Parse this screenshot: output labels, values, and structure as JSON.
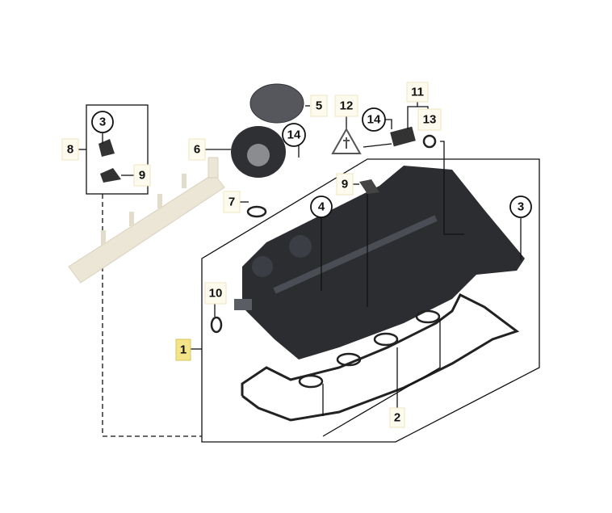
{
  "diagram": {
    "callouts": [
      {
        "id": "c1",
        "text": "1",
        "highlighted": true
      },
      {
        "id": "c2",
        "text": "2"
      },
      {
        "id": "c3a",
        "text": "3",
        "circled": true
      },
      {
        "id": "c3b",
        "text": "3",
        "circled": true
      },
      {
        "id": "c4",
        "text": "4",
        "circled": true
      },
      {
        "id": "c5",
        "text": "5"
      },
      {
        "id": "c6",
        "text": "6"
      },
      {
        "id": "c7",
        "text": "7"
      },
      {
        "id": "c8",
        "text": "8"
      },
      {
        "id": "c9a",
        "text": "9"
      },
      {
        "id": "c9b",
        "text": "9"
      },
      {
        "id": "c10",
        "text": "10"
      },
      {
        "id": "c11",
        "text": "11"
      },
      {
        "id": "c12",
        "text": "12"
      },
      {
        "id": "c13",
        "text": "13"
      },
      {
        "id": "c14a",
        "text": "14",
        "circled": true
      },
      {
        "id": "c14b",
        "text": "14",
        "circled": true
      }
    ],
    "colors": {
      "highlight": "#f3e48a",
      "part_dark": "#2b2d31",
      "rail": "#ece6d6"
    }
  }
}
